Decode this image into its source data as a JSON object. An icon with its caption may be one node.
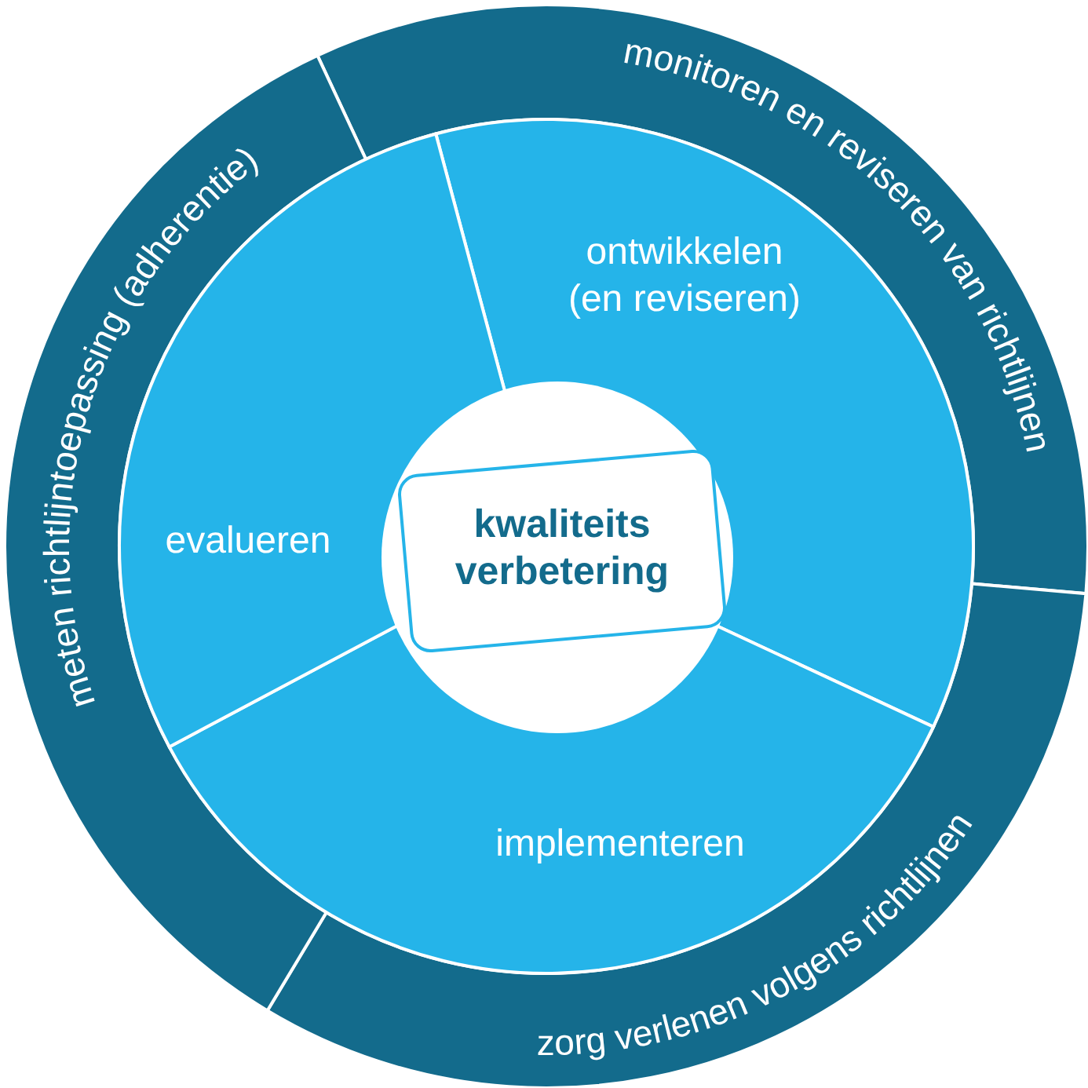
{
  "diagram": {
    "nodes": [
      {
        "text": [
          "monitoren en reviseren van richtlijnen"
        ]
      },
      {
        "text": [
          "zorg verlenen volgens richtlijnen"
        ]
      },
      {
        "text": [
          "meten richtlijntoepassing (adherentie)"
        ]
      },
      {
        "text": [
          "ontwikkelen (en reviseren)"
        ]
      },
      {
        "text": [
          "implementeren"
        ]
      },
      {
        "text": [
          "evalueren"
        ]
      },
      {
        "text": [
          "kwaliteits verbetering"
        ]
      }
    ],
    "edges": []
  }
}
